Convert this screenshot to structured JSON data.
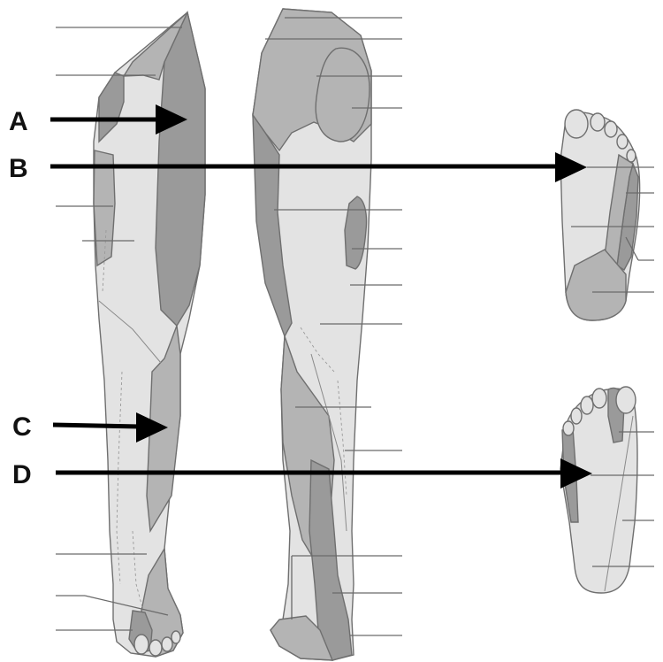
{
  "colors": {
    "light": "#e3e3e3",
    "medium": "#b4b4b4",
    "dark": "#9a9a9a",
    "outline": "#6f6f6f",
    "arrow": "#000000"
  },
  "labels": {
    "a": "A",
    "b": "B",
    "c": "C",
    "d": "D"
  }
}
